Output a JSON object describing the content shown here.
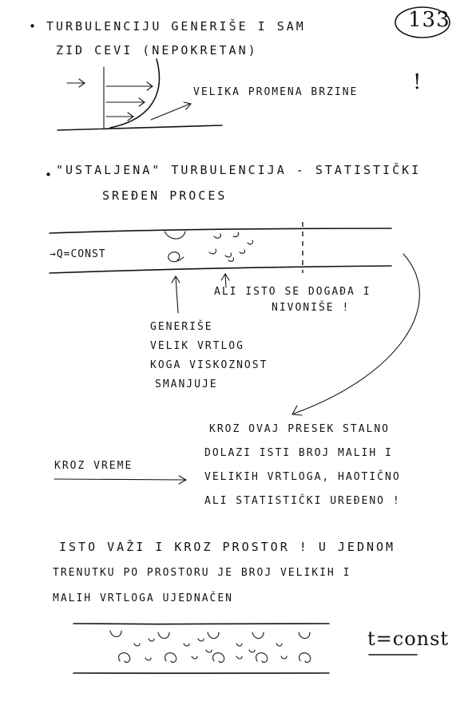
{
  "page_number": "133",
  "section1": {
    "bullet": "•",
    "line1": "Turbulenciju generiše i sam",
    "line2": "zid cevi (nepokretan)",
    "annotation": "velika promena brzine",
    "exclaim": "!"
  },
  "section2": {
    "bullet": "•",
    "line1": "\"Ustaljena\" turbulencija - statistički",
    "line2": "sređen proces",
    "flow_label": "→Q=const",
    "right_note_line1": "ali isto se događa i",
    "right_note_line2": "nivoniše !",
    "left_note": [
      "generiše",
      "velik vrtlog",
      "koga viskoznost",
      "smanjuje"
    ]
  },
  "section3": {
    "through_time": "kroz vreme",
    "cross_section": [
      "kroz ovaj presek stalno",
      "dolazi isti broj malih i",
      "velikih vrtloga, haotično",
      "ali statistički uređeno !"
    ]
  },
  "section4": {
    "lines": [
      "Isto važi i kroz prostor ! U jednom",
      "trenutku po prostoru je broj velikih i",
      "malih vrtloga ujednačen"
    ]
  },
  "time_label": "t=const"
}
